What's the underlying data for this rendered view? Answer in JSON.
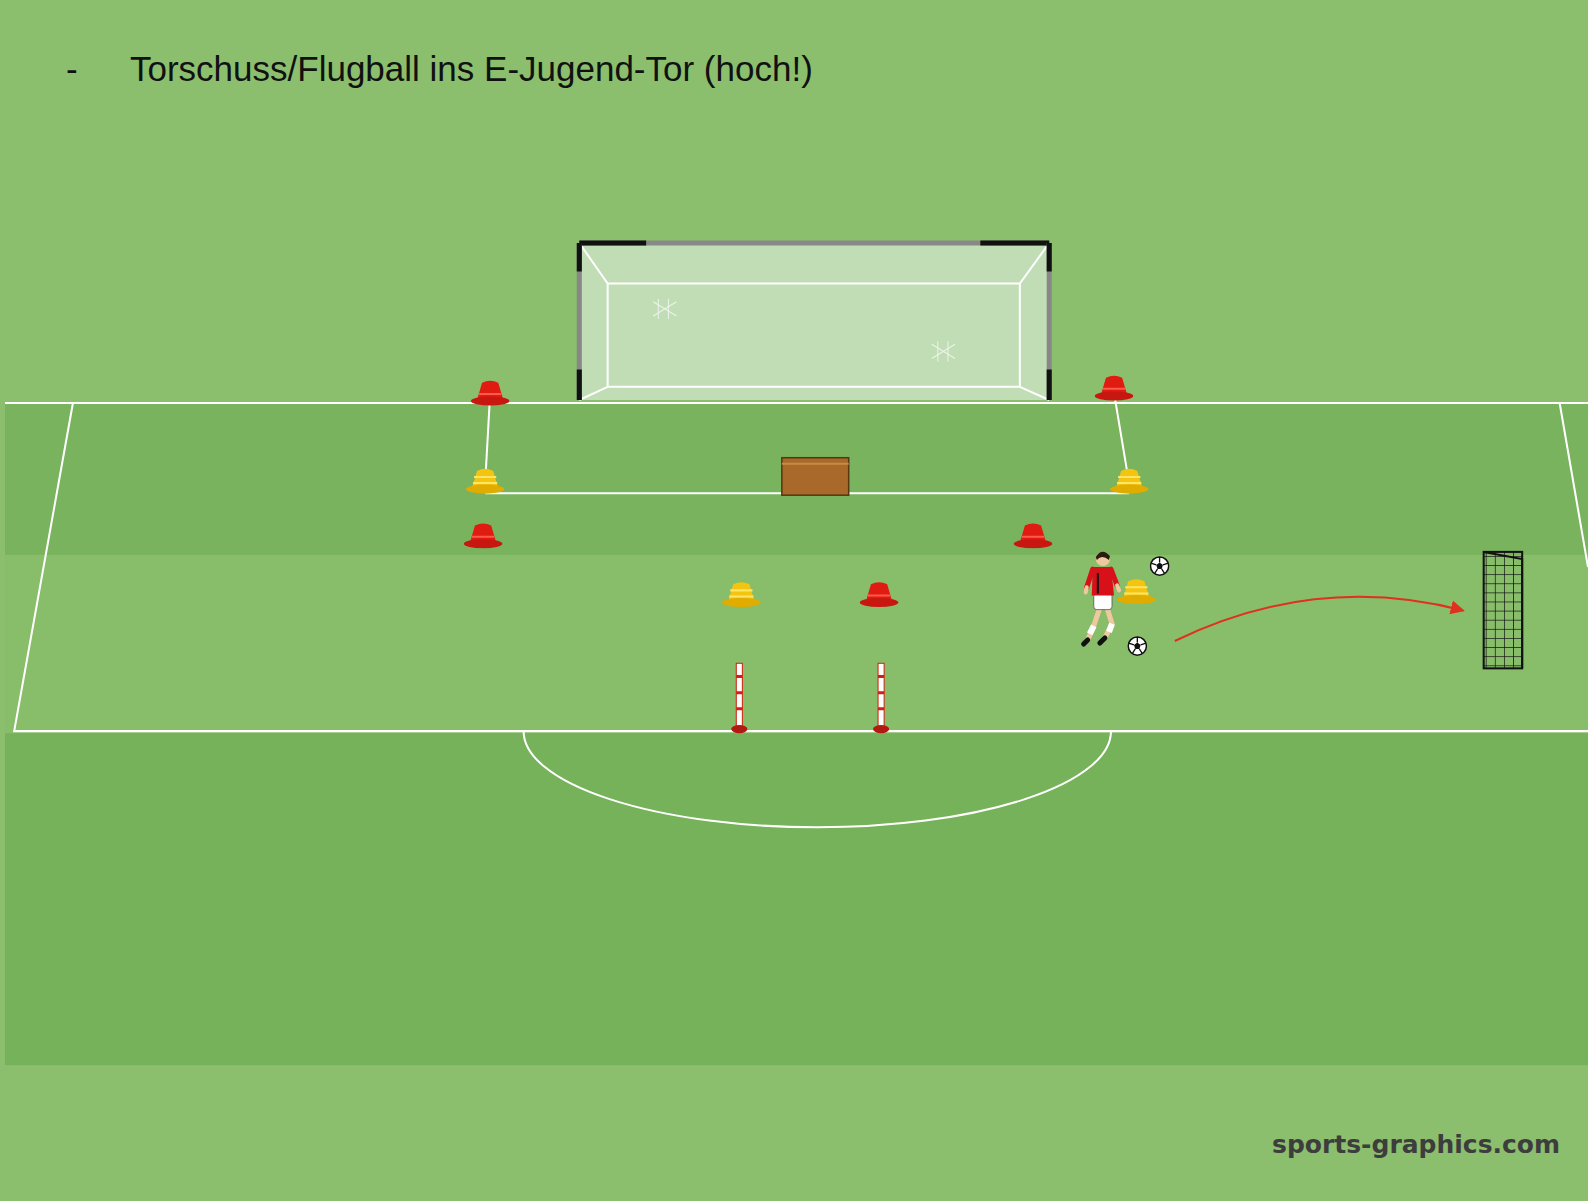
{
  "diagram": {
    "title": "Torschuss/Flugball ins E-Jugend-Tor (hoch!)",
    "labels": [
      "-",
      "sports-graphics.com"
    ]
  }
}
